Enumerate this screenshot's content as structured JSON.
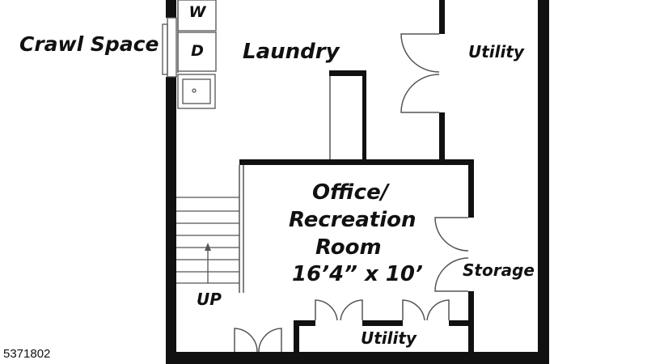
{
  "colors": {
    "wall": "#111111",
    "fixture": "#555555",
    "background": "#ffffff"
  },
  "labels": {
    "crawl_space": "Crawl Space",
    "laundry": "Laundry",
    "utility_top": "Utility",
    "office_line1": "Office/",
    "office_line2": "Recreation",
    "office_line3": "Room",
    "office_dims": "16’4” x 10’",
    "storage": "Storage",
    "stairs": "UP",
    "utility_bottom": "Utility",
    "washer": "W",
    "dryer": "D"
  },
  "listing_id": "5371802"
}
